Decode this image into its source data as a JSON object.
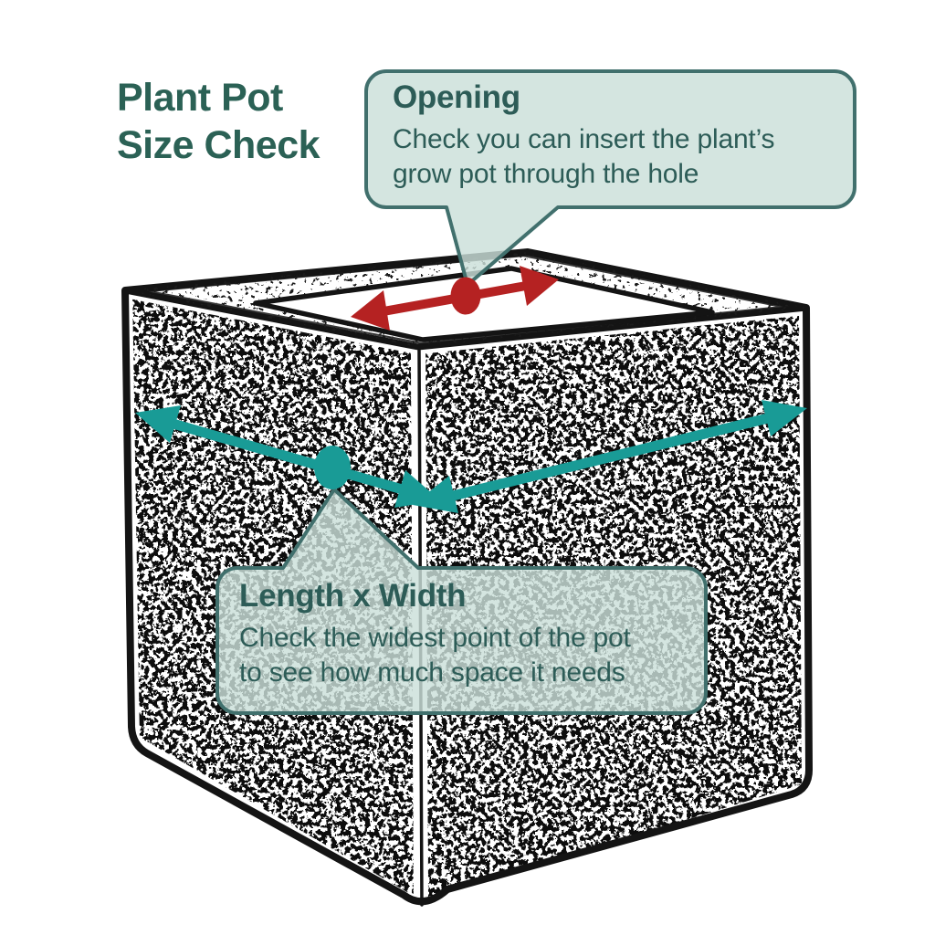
{
  "title": {
    "line1": "Plant Pot",
    "line2": "Size Check"
  },
  "callouts": {
    "opening": {
      "heading": "Opening",
      "body_line1": "Check you can insert the plant’s",
      "body_line2": "grow pot through the hole"
    },
    "length_width": {
      "heading": "Length x Width",
      "body_line1": "Check the widest point of the pot",
      "body_line2": "to see how much space it needs"
    }
  },
  "illustration": {
    "subject": "square stone planter sketch, stippled texture",
    "icons": {
      "opening_arrow": "red-double-headed-arrow-icon",
      "opening_point": "red-dot",
      "length_arrow": "teal-double-headed-arrow-icon",
      "measure_point": "teal-dot"
    },
    "colors": {
      "accent_teal": "#199b96",
      "accent_red": "#b52222",
      "callout_fill": "#d3e2de",
      "callout_border": "#41706d",
      "text": "#2d5c57",
      "title": "#2b6155",
      "ink": "#141414"
    }
  }
}
